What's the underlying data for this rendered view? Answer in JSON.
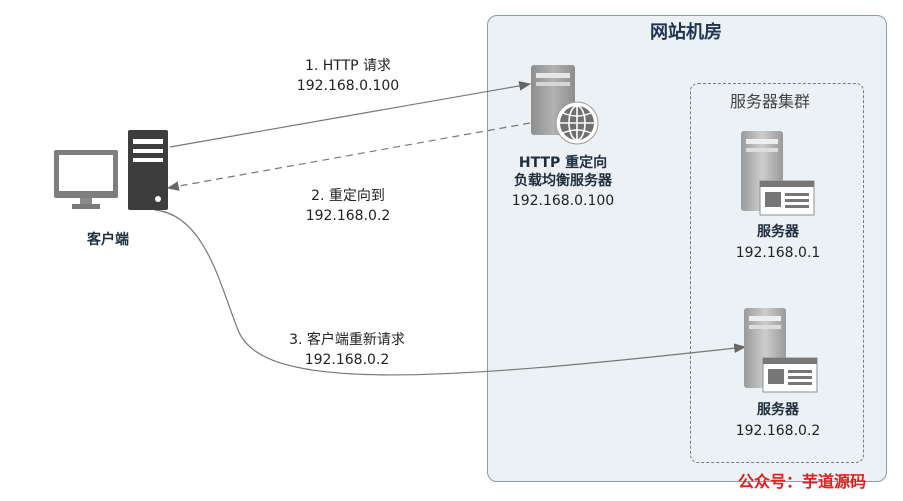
{
  "datacenter": {
    "title": "网站机房"
  },
  "cluster": {
    "title": "服务器集群"
  },
  "client": {
    "label": "客户端"
  },
  "lb": {
    "line1": "HTTP 重定向",
    "line2": "负载均衡服务器",
    "ip": "192.168.0.100"
  },
  "server1": {
    "label": "服务器",
    "ip": "192.168.0.1"
  },
  "server2": {
    "label": "服务器",
    "ip": "192.168.0.2"
  },
  "edges": {
    "e1": {
      "line1": "1. HTTP 请求",
      "line2": "192.168.0.100"
    },
    "e2": {
      "line1": "2. 重定向到",
      "line2": "192.168.0.2"
    },
    "e3": {
      "line1": "3. 客户端重新请求",
      "line2": "192.168.0.2"
    }
  },
  "watermark": "公众号：芋道源码"
}
